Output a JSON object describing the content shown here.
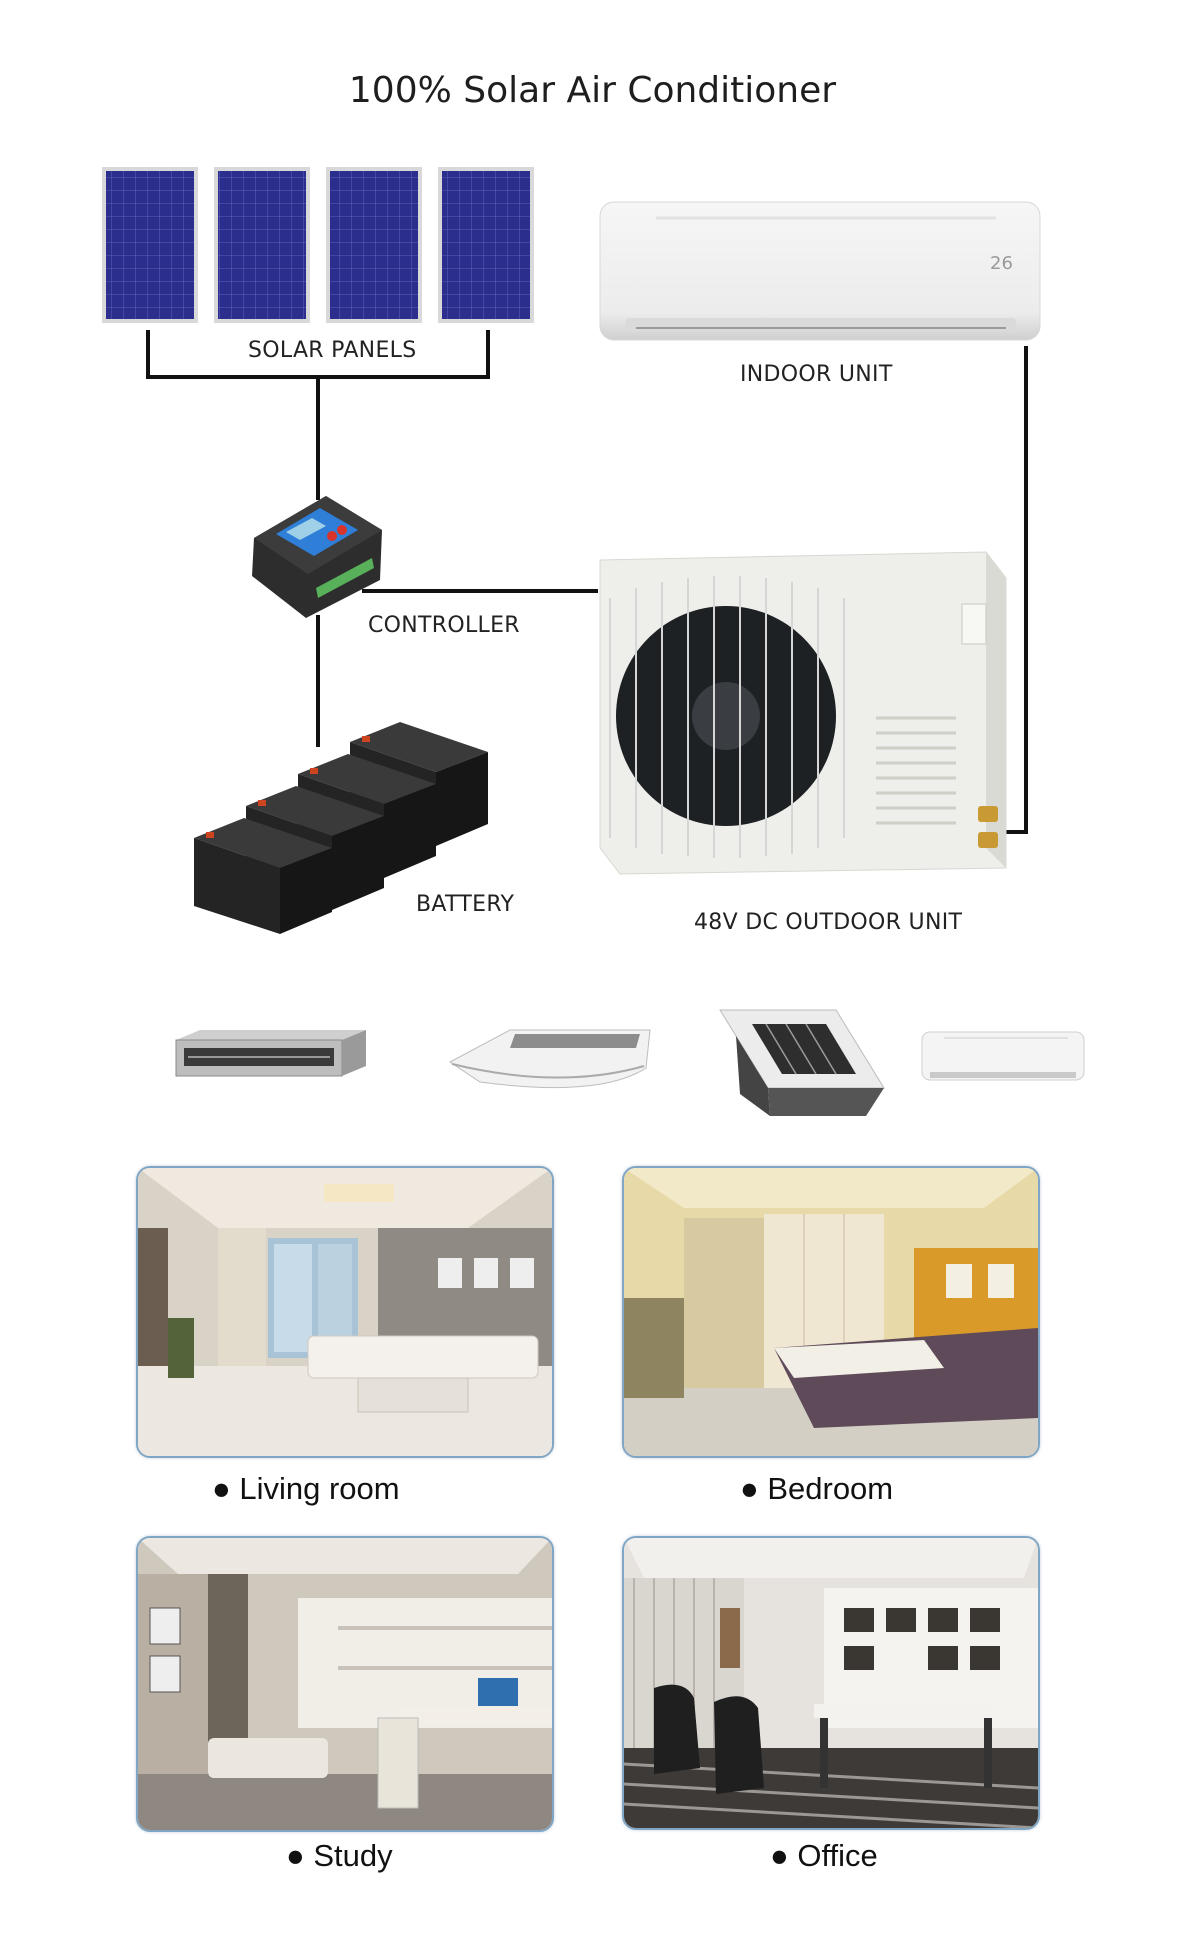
{
  "title": "100% Solar Air Conditioner",
  "labels": {
    "solar_panels": "SOLAR PANELS",
    "indoor_unit": "INDOOR UNIT",
    "controller": "CONTROLLER",
    "battery": "BATTERY",
    "outdoor_unit": "48V DC OUTDOOR UNIT"
  },
  "indoor_display": "26",
  "unit_types": [
    "ducted-unit-icon",
    "ceiling-floor-unit-icon",
    "cassette-unit-icon",
    "wall-mounted-unit-icon"
  ],
  "rooms": [
    {
      "label": "● Living room"
    },
    {
      "label": "● Bedroom"
    },
    {
      "label": "● Study"
    },
    {
      "label": "● Office"
    }
  ],
  "colors": {
    "panel": "#2b2e8c",
    "panel_grid": "#6a70c8",
    "wire": "#111111",
    "room_border": "#7fa6c4"
  }
}
